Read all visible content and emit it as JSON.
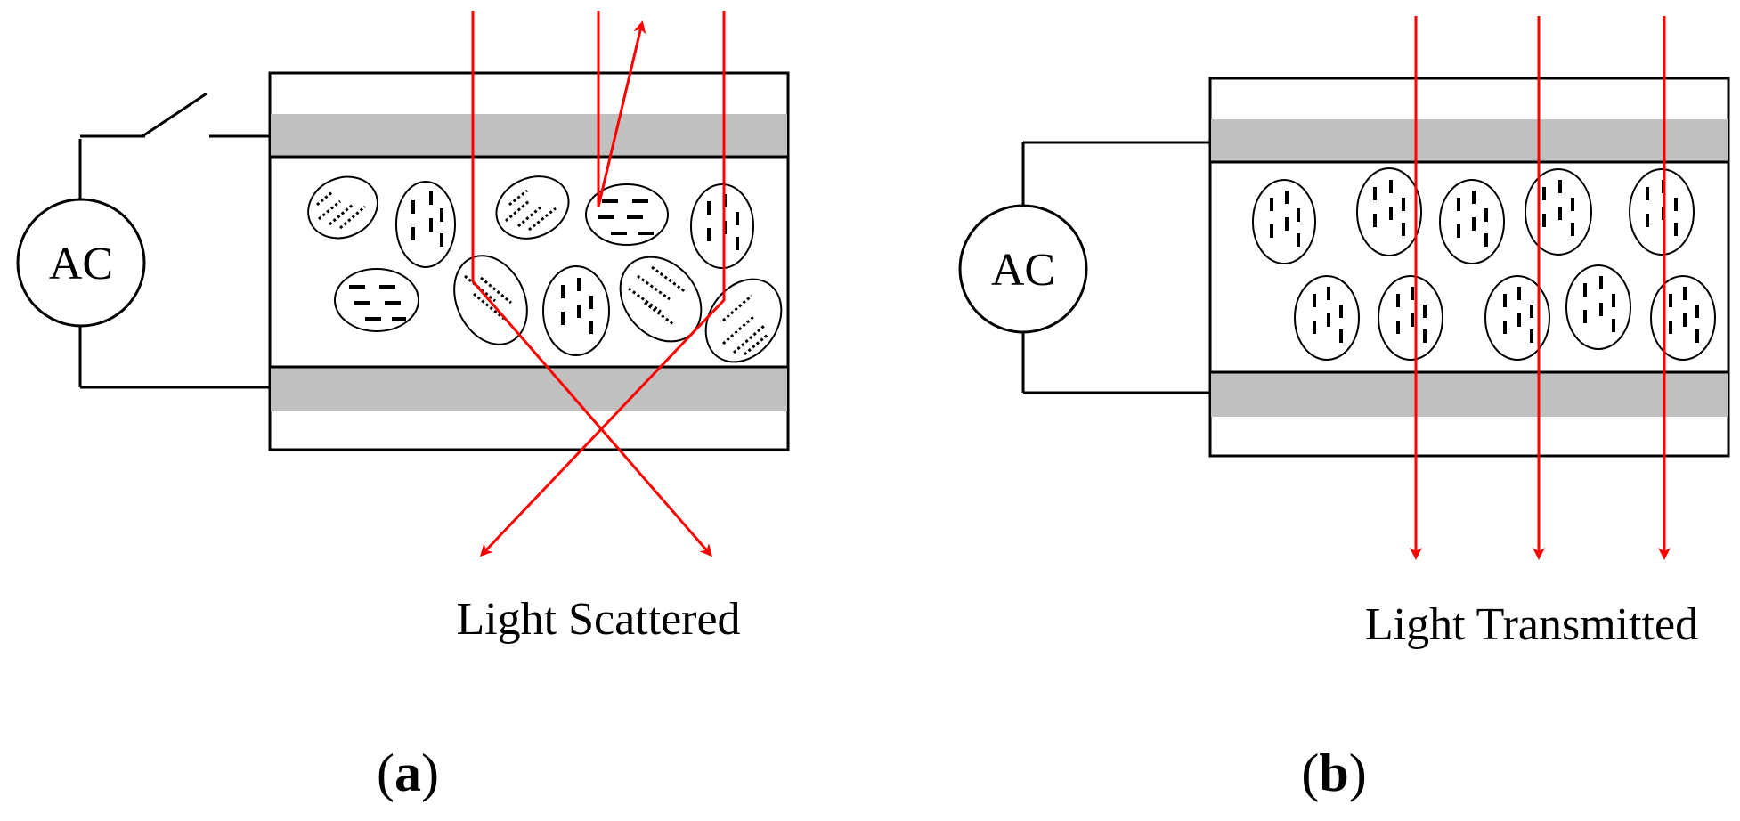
{
  "panel_a": {
    "source_label": "AC",
    "caption": "Light Scattered",
    "panel_label": {
      "open": "(",
      "letter": "a",
      "close": ")"
    }
  },
  "panel_b": {
    "source_label": "AC",
    "caption": "Light Transmitted",
    "panel_label": {
      "open": "(",
      "letter": "b",
      "close": ")"
    }
  },
  "colors": {
    "light_ray": "#ff0000",
    "electrode": "#c0c0c0",
    "outline": "#000000",
    "background": "#ffffff"
  }
}
